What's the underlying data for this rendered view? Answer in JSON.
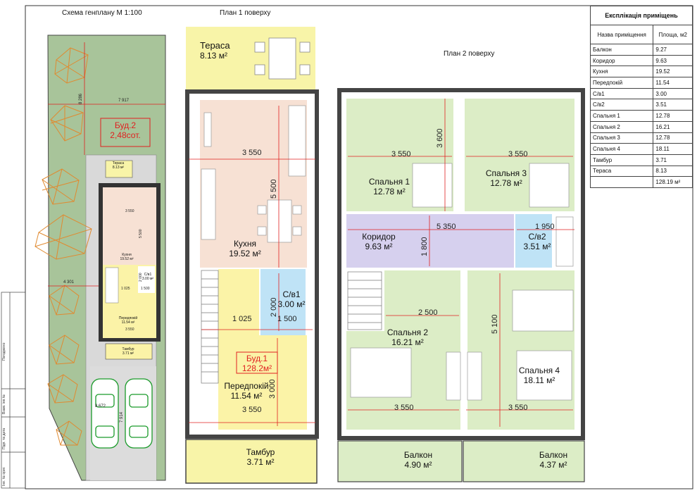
{
  "titles": {
    "site_plan": "Схема генплану М 1:100",
    "floor1": "План 1 поверху",
    "floor2": "План 2 поверху"
  },
  "site": {
    "building2_label": "Буд.2",
    "building2_area": "2,48сот.",
    "dim_top": "7 917",
    "dim_side": "8 286",
    "dim_left": "4 301",
    "dim_parking_w": "8 672",
    "dim_parking_h": "7 914",
    "mini_terrace": "Тераса",
    "mini_terrace_area": "8.13 м²",
    "mini_kitchen": "Кухня",
    "mini_kitchen_area": "19.52 м²",
    "mini_wc": "С/в1",
    "mini_wc_area": "3.00 м²",
    "mini_hall": "Передпокій",
    "mini_hall_area": "11.54 м²",
    "mini_tambur": "Тамбур",
    "mini_tambur_area": "3.71 м²",
    "mini_dim_1": "3 550",
    "mini_dim_2": "1 025",
    "mini_dim_3": "1 500",
    "mini_dim_4": "3 550",
    "mini_dim_5": "5 500",
    "mini_dim_6": "2 000"
  },
  "floor1": {
    "terrace": "Тераса",
    "terrace_area": "8.13 м²",
    "kitchen": "Кухня",
    "kitchen_area": "19.52 м²",
    "wc": "С/в1",
    "wc_area": "3.00 м²",
    "building1": "Буд.1",
    "building1_area": "128.2м²",
    "hall": "Передпокій",
    "hall_area": "11.54 м²",
    "tambur": "Тамбур",
    "tambur_area": "3.71 м²",
    "dim_width_top": "3 550",
    "dim_kitchen_h": "5 500",
    "dim_stair": "1 025",
    "dim_wc_w": "1 500",
    "dim_wc_h": "2 000",
    "dim_hall_h": "3 000",
    "dim_width_bottom": "3 550"
  },
  "floor2": {
    "bed1": "Спальня 1",
    "bed1_area": "12.78 м²",
    "bed3": "Спальня 3",
    "bed3_area": "12.78 м²",
    "corridor": "Коридор",
    "corridor_area": "9.63 м²",
    "wc2": "С/в2",
    "wc2_area": "3.51 м²",
    "bed2": "Спальня 2",
    "bed2_area": "16.21 м²",
    "bed4": "Спальня 4",
    "bed4_area": "18.11 м²",
    "balcony": "Балкон",
    "balcony_left_area": "4.90 м²",
    "balcony_right_area": "4.37 м²",
    "dim_bed1_w": "3 550",
    "dim_bed3_w": "3 550",
    "dim_bed_h": "3 600",
    "dim_corridor_w": "5 350",
    "dim_wc2_w": "1 950",
    "dim_corridor_h": "1 800",
    "dim_bed2_w": "2 500",
    "dim_bed4_h": "5 100",
    "dim_bottom_left": "3 550",
    "dim_bottom_right": "3 550"
  },
  "explication": {
    "title": "Експлікація приміщень",
    "col_name": "Назва приміщення",
    "col_area": "Площа, м2",
    "rows": [
      {
        "name": "Балкон",
        "area": "9.27"
      },
      {
        "name": "Коридор",
        "area": "9.63"
      },
      {
        "name": "Кухня",
        "area": "19.52"
      },
      {
        "name": "Передпокій",
        "area": "11.54"
      },
      {
        "name": "С/в1",
        "area": "3.00"
      },
      {
        "name": "С/в2",
        "area": "3.51"
      },
      {
        "name": "Спальня 1",
        "area": "12.78"
      },
      {
        "name": "Спальня 2",
        "area": "16.21"
      },
      {
        "name": "Спальня 3",
        "area": "12.78"
      },
      {
        "name": "Спальня 4",
        "area": "18.11"
      },
      {
        "name": "Тамбур",
        "area": "3.71"
      },
      {
        "name": "Тераса",
        "area": "8.13"
      }
    ],
    "total": "128.19 м²"
  },
  "stamp": {
    "agreed": "Погоджено",
    "inv": "Інв. № ориг.",
    "sign_date": "Підп. та дата",
    "replace": "Взам. інв.№"
  },
  "colors": {
    "site_green": "#a8c49a",
    "terrace_yellow": "#f8f4a8",
    "kitchen_pink": "#f7e1d4",
    "hall_yellow": "#fbf3a7",
    "room_green": "#dcedc6",
    "corridor_violet": "#d6d0ee",
    "wc_blue": "#bfe3f6",
    "dim_red": "#e02020",
    "tree_orange": "#e08a30"
  }
}
